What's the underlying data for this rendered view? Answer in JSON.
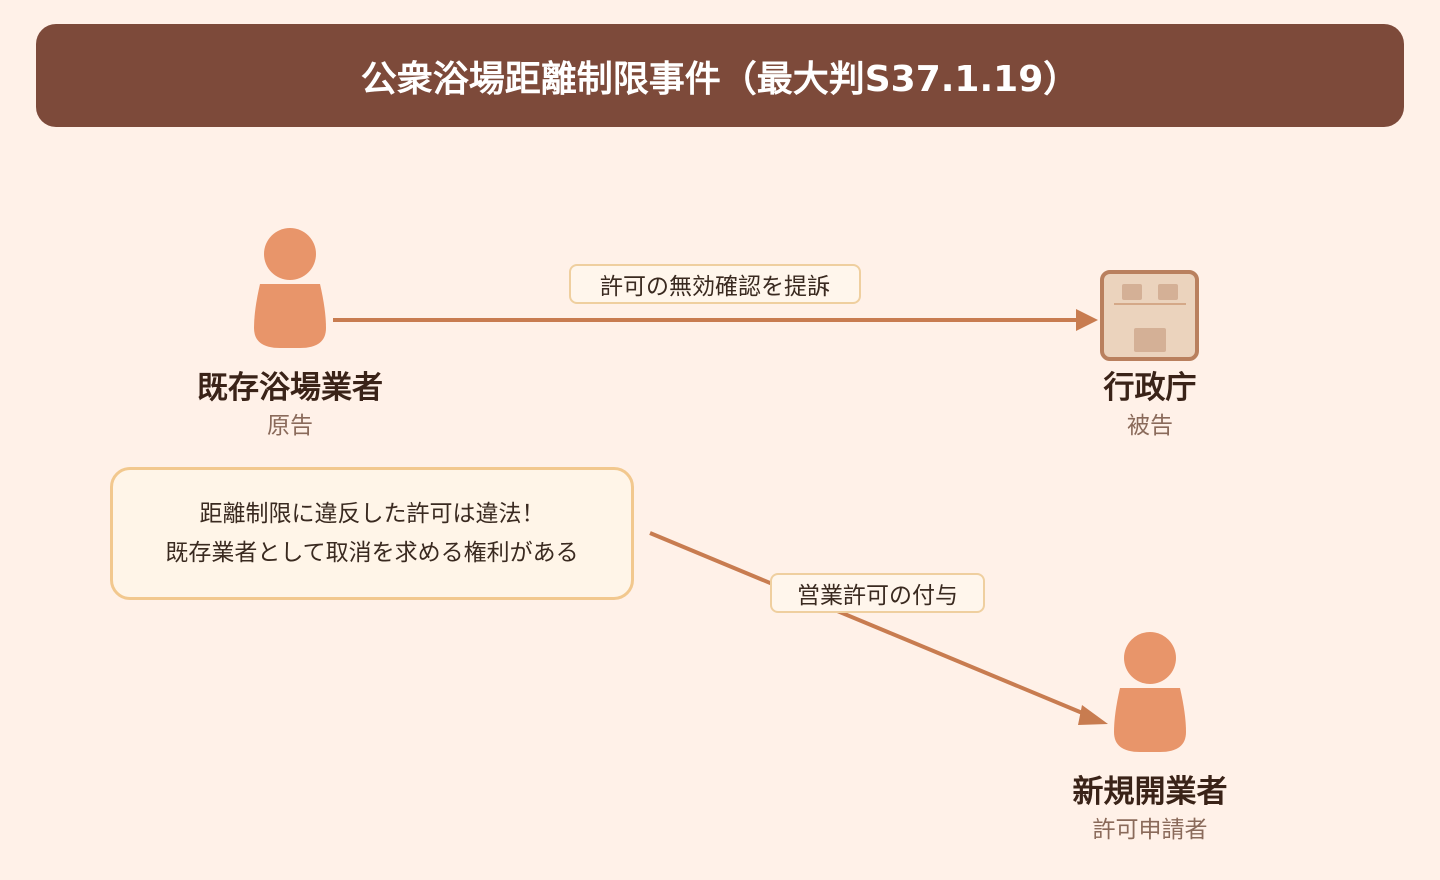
{
  "title": "公衆浴場距離制限事件（最大判S37.1.19）",
  "colors": {
    "title_bg": "#7d4a3a",
    "person": "#e8956a",
    "arrow": "#c87c50",
    "building_fill": "#ebd3bd",
    "building_stroke": "#b9805e"
  },
  "plaintiff": {
    "name": "既存浴場業者",
    "role": "原告",
    "icon": "person-icon"
  },
  "defendant": {
    "name": "行政庁",
    "role": "被告",
    "icon": "building-icon"
  },
  "applicant": {
    "name": "新規開業者",
    "role": "許可申請者",
    "icon": "person-icon"
  },
  "arrows": {
    "lawsuit": "許可の無効確認を提訴",
    "grant": "営業許可の付与"
  },
  "speech": {
    "line1": "距離制限に違反した許可は違法！",
    "line2": "既存業者として取消を求める権利がある"
  }
}
